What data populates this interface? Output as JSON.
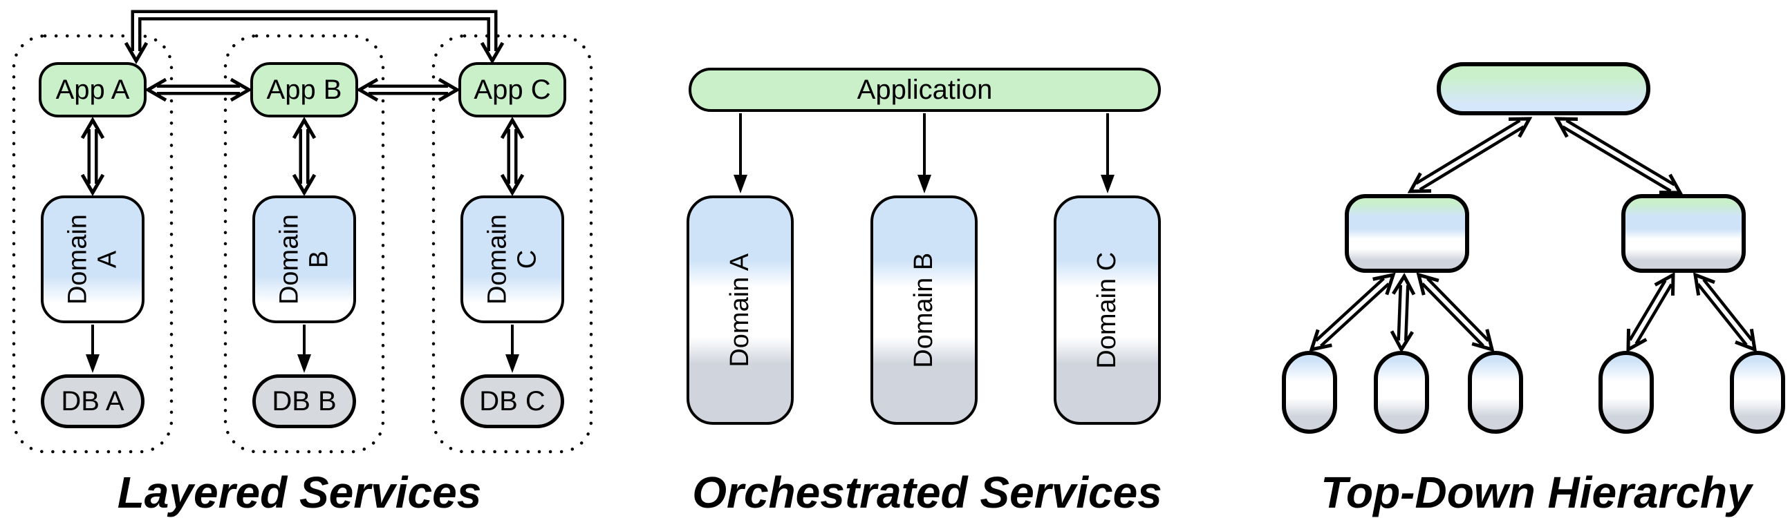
{
  "layered": {
    "title": "Layered Services",
    "columns": [
      {
        "app": "App A",
        "domain": "Domain A",
        "db": "DB A"
      },
      {
        "app": "App B",
        "domain": "Domain B",
        "db": "DB B"
      },
      {
        "app": "App C",
        "domain": "Domain C",
        "db": "DB C"
      }
    ]
  },
  "orchestrated": {
    "title": "Orchestrated Services",
    "application": "Application",
    "domains": [
      "Domain A",
      "Domain B",
      "Domain C"
    ]
  },
  "hierarchy": {
    "title": "Top-Down Hierarchy"
  },
  "colors": {
    "node_green": "#c9f0c9",
    "node_blue": "#cfe3f8",
    "node_gray": "#d0d5dd",
    "db_gray": "#d6d9de",
    "stroke": "#000000",
    "background": "#ffffff"
  }
}
